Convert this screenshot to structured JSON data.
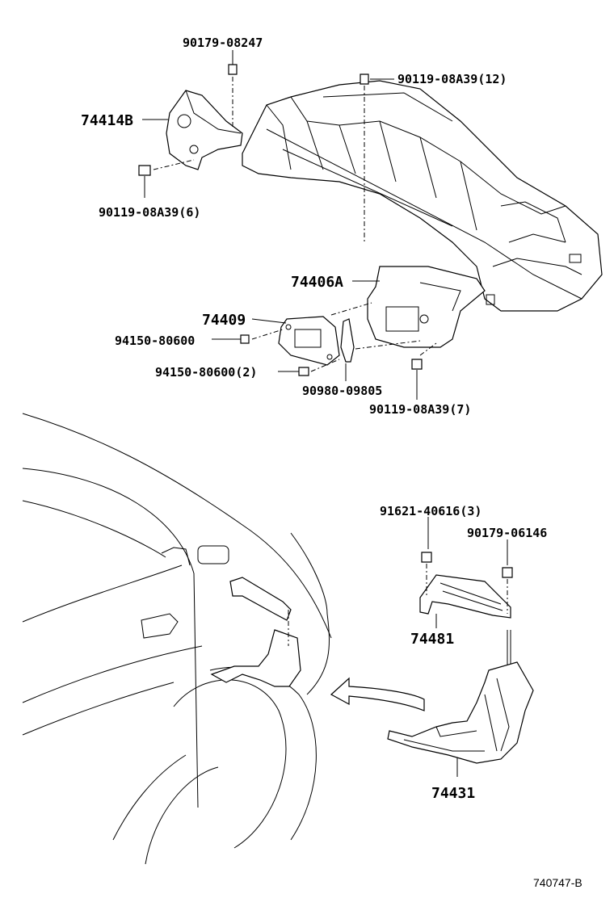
{
  "labels": {
    "l_90179_08247": "90179-08247",
    "l_90119_08A39_12": "90119-08A39(12)",
    "l_74414B": "74414B",
    "l_90119_08A39_6": "90119-08A39(6)",
    "l_74406A": "74406A",
    "l_74409": "74409",
    "l_94150_80600": "94150-80600",
    "l_94150_80600_2": "94150-80600(2)",
    "l_90980_09805": "90980-09805",
    "l_90119_08A39_7": "90119-08A39(7)",
    "l_91621_40616_3": "91621-40616(3)",
    "l_90179_06146": "90179-06146",
    "l_74481": "74481",
    "l_74431": "74431"
  },
  "diagram_code": "740747-B",
  "colors": {
    "line": "#000000",
    "background": "#ffffff"
  }
}
